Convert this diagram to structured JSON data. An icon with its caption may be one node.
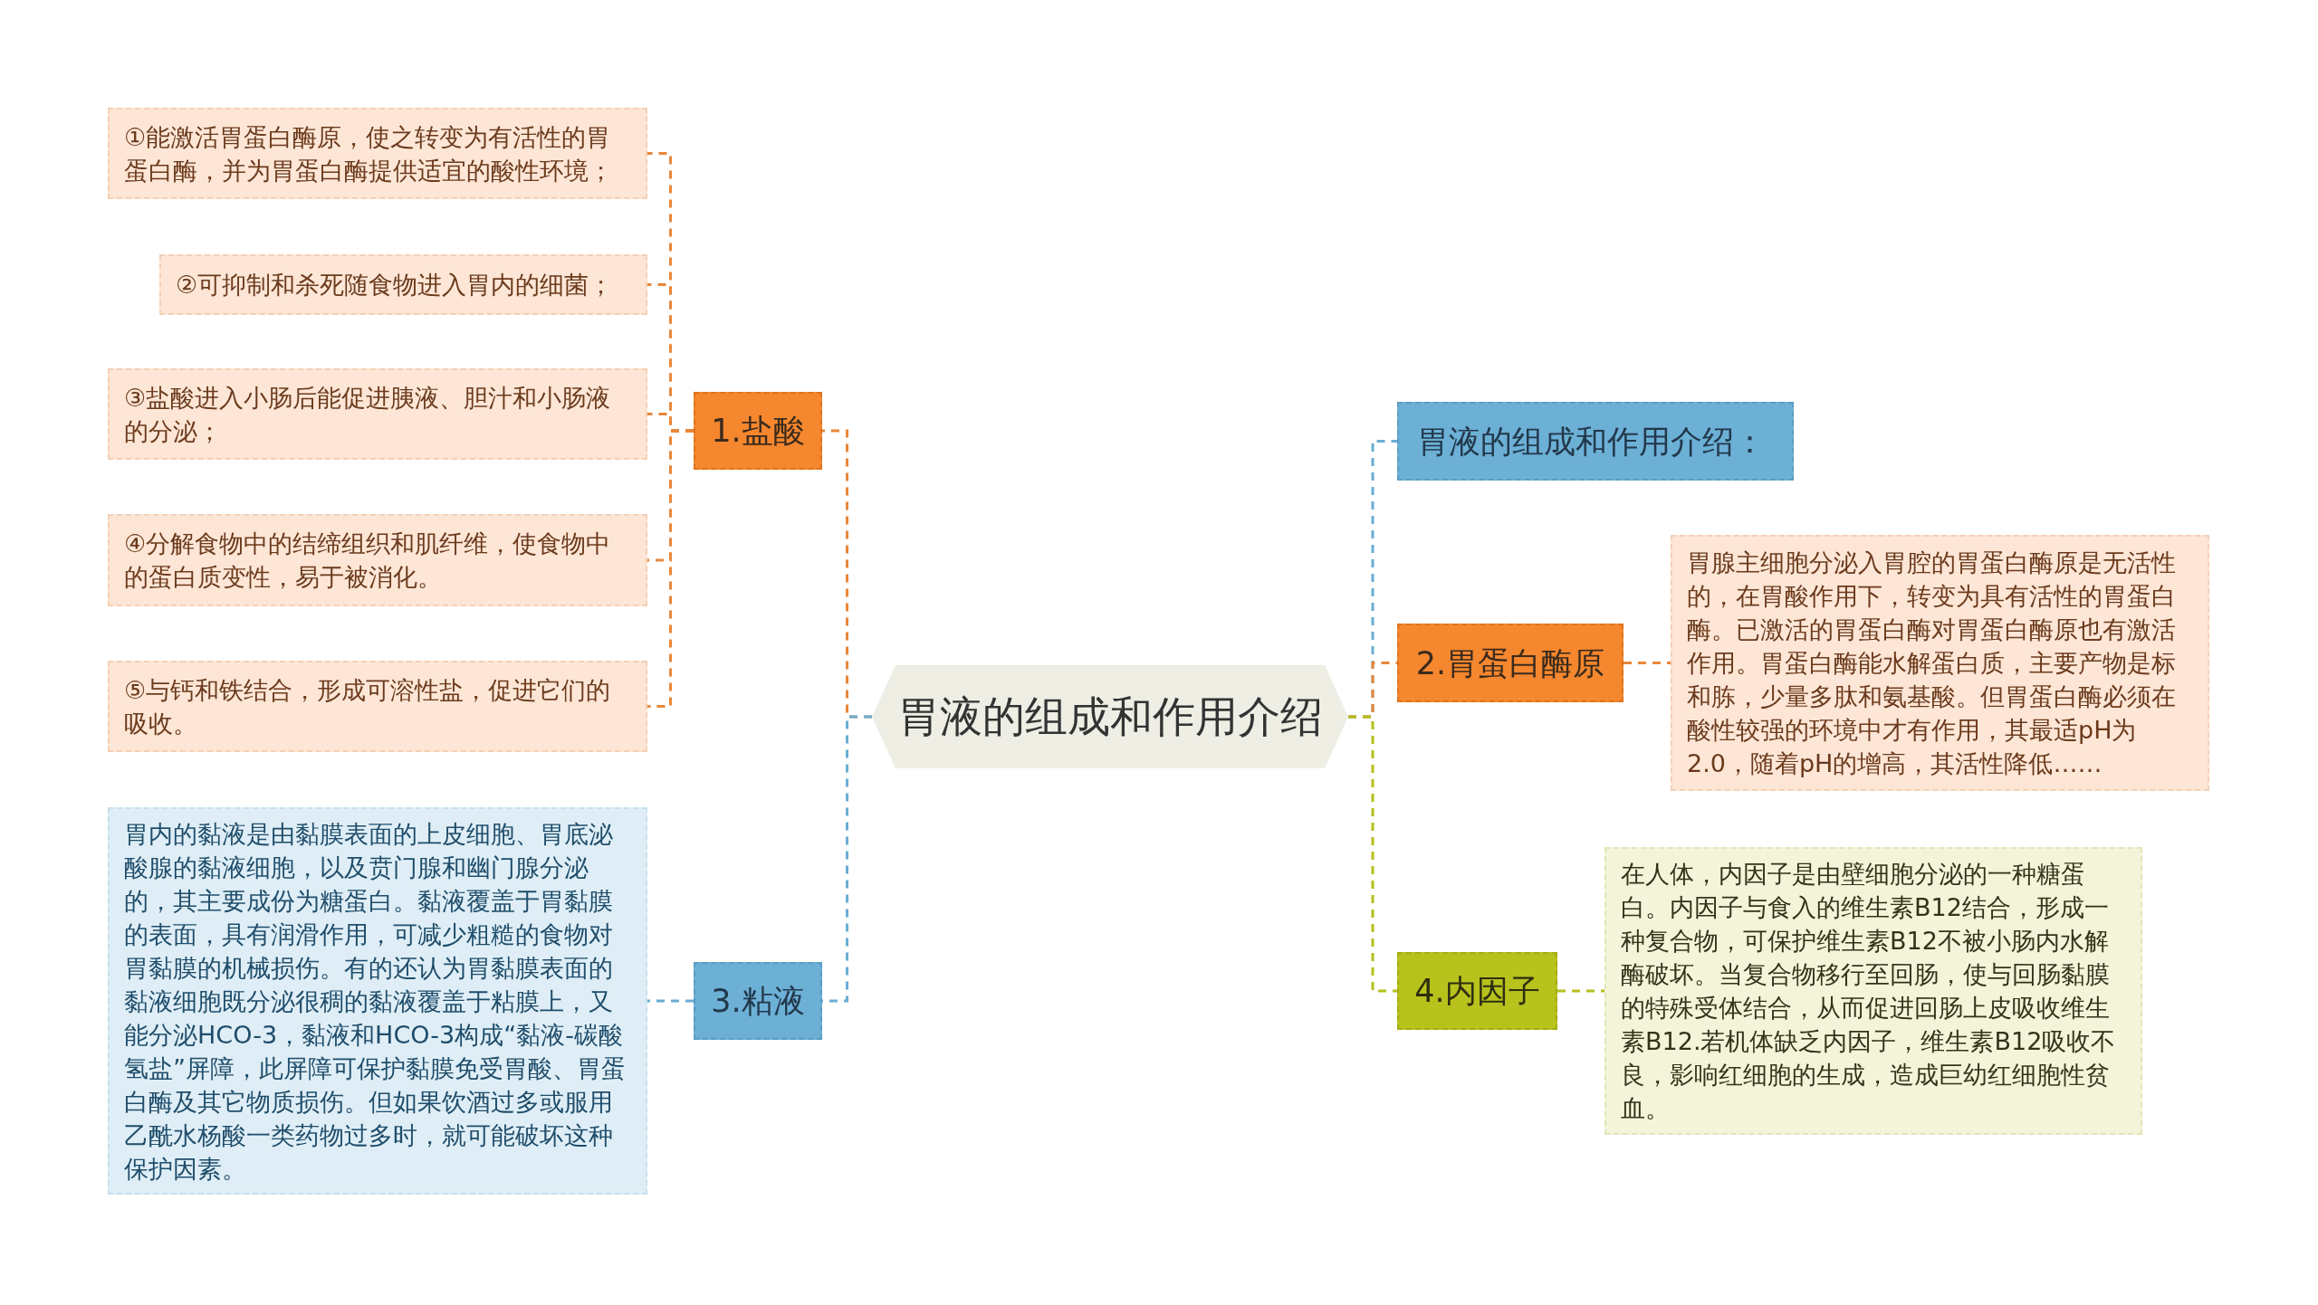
{
  "diagram": {
    "nodes": [
      {
        "text": [
          "胃液的组成和作用介绍"
        ]
      },
      {
        "text": [
          "1.盐酸"
        ]
      },
      {
        "text": [
          "①能激活胃蛋白酶原，使之转变为有活性的胃蛋白酶，并为胃蛋白酶提供适宜的酸性环境；"
        ]
      },
      {
        "text": [
          "②可抑制和杀死随食物进入胃内的细菌；"
        ]
      },
      {
        "text": [
          "③盐酸进入小肠后能促进胰液、胆汁和小肠液的分泌；"
        ]
      },
      {
        "text": [
          "④分解食物中的结缔组织和肌纤维，使食物中的蛋白质变性，易于被消化。"
        ]
      },
      {
        "text": [
          "⑤与钙和铁结合，形成可溶性盐，促进它们的吸收。"
        ]
      },
      {
        "text": [
          "3.粘液"
        ]
      },
      {
        "text": [
          "胃内的黏液是由黏膜表面的上皮细胞、胃底泌酸腺的黏液细胞，以及贲门腺和幽门腺分泌的，其主要成份为糖蛋白。黏液覆盖于胃黏膜的表面，具有润滑作用，可减少粗糙的食物对胃黏膜的机械损伤。有的还认为胃黏膜表面的黏液细胞既分泌很稠的黏液覆盖于粘膜上，又能分泌HCO-3，黏液和HCO-3构成“黏液-碳酸氢盐”屏障，此屏障可保护黏膜免受胃酸、胃蛋白酶及其它物质损伤。但如果饮酒过多或服用乙酰水杨酸一类药物过多时，就可能破坏这种保护因素。"
        ]
      },
      {
        "text": [
          "胃液的组成和作用介绍："
        ]
      },
      {
        "text": [
          "2.胃蛋白酶原"
        ]
      },
      {
        "text": [
          "胃腺主细胞分泌入胃腔的胃蛋白酶原是无活性的，在胃酸作用下，转变为具有活性的胃蛋白酶。已激活的胃蛋白酶对胃蛋白酶原也有激活作用。胃蛋白酶能水解蛋白质，主要产物是标和胨，少量多肽和氨基酸。但胃蛋白酶必须在酸性较强的环境中才有作用，其最适pH为2.0，随着pH的增高，其活性降低……"
        ]
      },
      {
        "text": [
          "4.内因子"
        ]
      },
      {
        "text": [
          "在人体，内因子是由壁细胞分泌的一种糖蛋白。内因子与食入的维生素B12结合，形成一种复合物，可保护维生素B12不被小肠内水解酶破坏。当复合物移行至回肠，使与回肠黏膜的特殊受体结合，从而促进回肠上皮吸收维生素B12.若机体缺乏内因子，维生素B12吸收不良，影响红细胞的生成，造成巨幼红细胞性贫血。"
        ]
      }
    ],
    "edges": [
      {
        "from": 0,
        "to": 1,
        "arrow": "none",
        "style": "dashed"
      },
      {
        "from": 0,
        "to": 7,
        "arrow": "none",
        "style": "dashed",
        "color": "#6aaed3"
      },
      {
        "from": 0,
        "to": 9,
        "arrow": "none",
        "style": "dashed",
        "color": "#6aaed3"
      },
      {
        "from": 0,
        "to": 10,
        "arrow": "none",
        "style": "dashed"
      },
      {
        "from": 0,
        "to": 12,
        "arrow": "none",
        "style": "dashed",
        "color": "#b5bf1e"
      },
      {
        "from": 1,
        "to": 2,
        "arrow": "none",
        "style": "dashed"
      },
      {
        "from": 1,
        "to": 3,
        "arrow": "none",
        "style": "dashed"
      },
      {
        "from": 1,
        "to": 4,
        "arrow": "none",
        "style": "dashed"
      },
      {
        "from": 1,
        "to": 5,
        "arrow": "none",
        "style": "dashed"
      },
      {
        "from": 1,
        "to": 6,
        "arrow": "none",
        "style": "dashed"
      },
      {
        "from": 7,
        "to": 8,
        "arrow": "none",
        "style": "dashed",
        "color": "#6aaed3"
      },
      {
        "from": 10,
        "to": 11,
        "arrow": "none",
        "style": "dashed"
      },
      {
        "from": 12,
        "to": 13,
        "arrow": "none",
        "style": "dashed",
        "color": "#b5bf1e"
      }
    ]
  }
}
